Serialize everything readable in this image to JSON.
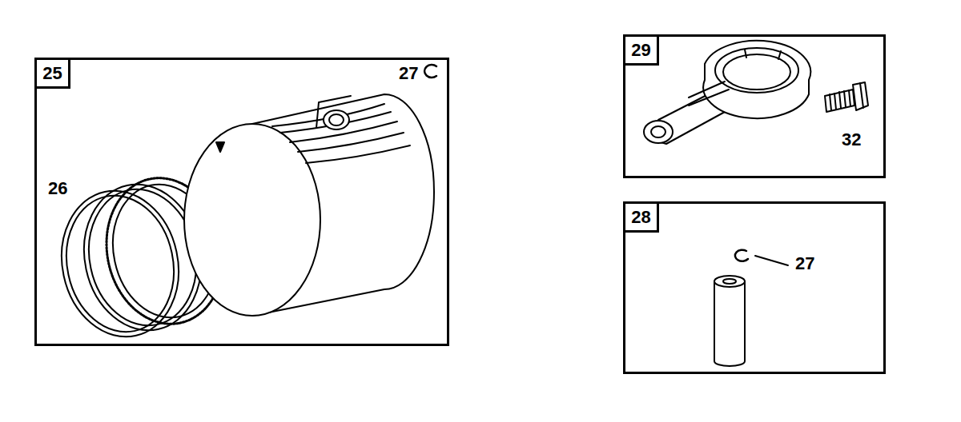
{
  "diagram": {
    "nodes": [
      {
        "text": [
          "25",
          "27",
          "26"
        ]
      },
      {
        "text": [
          "29",
          "32"
        ]
      },
      {
        "text": [
          "28",
          "27"
        ]
      }
    ]
  }
}
